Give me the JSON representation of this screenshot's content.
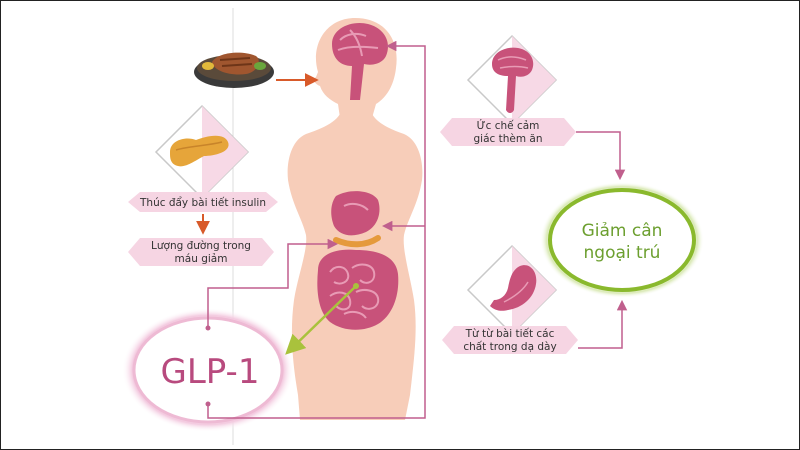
{
  "labels": {
    "insulin": "Thúc đẩy bài tiết insulin",
    "glucose_line1": "Lượng đường trong",
    "glucose_line2": "máu giảm",
    "appetite_line1": "Ức chế cảm",
    "appetite_line2": "giác thèm ăn",
    "gastric_line1": "Từ từ bài tiết các",
    "gastric_line2": "chất trong dạ dày",
    "result_line1": "Giảm cân",
    "result_line2": "ngoại trú",
    "hormone": "GLP-1"
  },
  "icons": {
    "food": "steak-plate-icon",
    "pancreas": "pancreas-icon",
    "brain": "brain-icon",
    "stomach": "stomach-icon"
  },
  "colors": {
    "body": "#f7cdb9",
    "organ": "#c8527a",
    "organ_light": "#e89bb5",
    "label_box": "#f6d5e3",
    "arrow_pink": "#c05f8d",
    "arrow_orange": "#d85a2a",
    "arrow_green": "#a9c23c",
    "result_ring": "#8ab92d",
    "hormone_ring": "#e6a9c9"
  }
}
